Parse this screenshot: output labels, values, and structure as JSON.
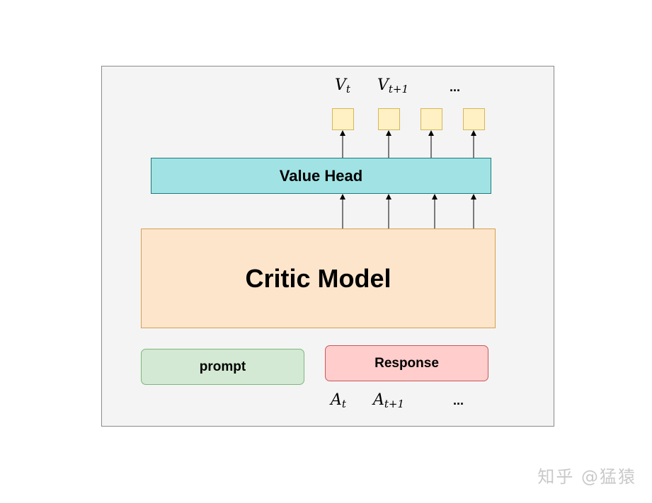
{
  "value_head": {
    "label": "Value Head"
  },
  "critic_model": {
    "label": "Critic Model"
  },
  "prompt": {
    "label": "prompt"
  },
  "response": {
    "label": "Response"
  },
  "outputs": {
    "v_t": {
      "base": "V",
      "sub": "t"
    },
    "v_t1": {
      "base": "V",
      "sub": "t+1"
    },
    "dots": "..."
  },
  "actions": {
    "a_t": {
      "base": "A",
      "sub": "t"
    },
    "a_t1": {
      "base": "A",
      "sub": "t+1"
    },
    "dots": "..."
  },
  "watermark": "知乎 @猛猿",
  "colors": {
    "value_head_fill": "#a1e3e4",
    "critic_fill": "#fde5cc",
    "prompt_fill": "#d3e9d3",
    "response_fill": "#fecdcc",
    "output_fill": "#fff1c4"
  }
}
